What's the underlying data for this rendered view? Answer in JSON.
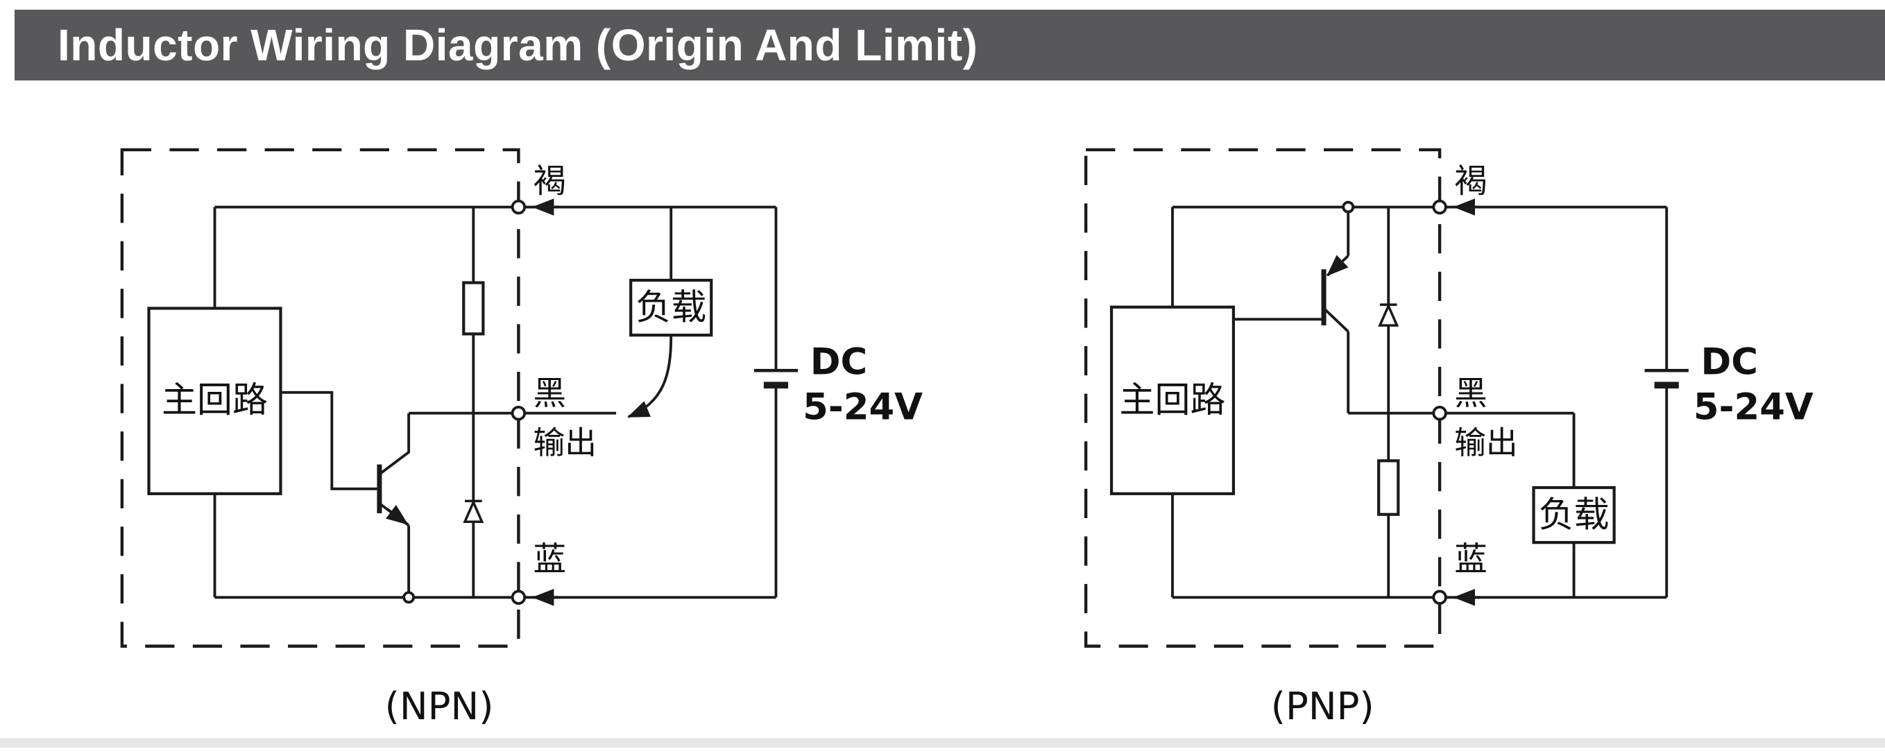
{
  "header": {
    "title": "Inductor Wiring Diagram (Origin And Limit)"
  },
  "colors": {
    "header_bg": "#58585a",
    "header_text": "#ffffff",
    "line": "#1a1a1a",
    "background": "#ffffff",
    "footer_strip": "#e7e7e7"
  },
  "diagrams": {
    "npn": {
      "caption": "(NPN)",
      "main_circuit_label": "主回路",
      "load_label": "负载",
      "wire_labels": {
        "brown": "褐",
        "black": "黑",
        "output": "输出",
        "blue": "蓝"
      },
      "supply": {
        "line1": "DC",
        "line2": "5-24V"
      }
    },
    "pnp": {
      "caption": "(PNP)",
      "main_circuit_label": "主回路",
      "load_label": "负载",
      "wire_labels": {
        "brown": "褐",
        "black": "黑",
        "output": "输出",
        "blue": "蓝"
      },
      "supply": {
        "line1": "DC",
        "line2": "5-24V"
      }
    }
  }
}
